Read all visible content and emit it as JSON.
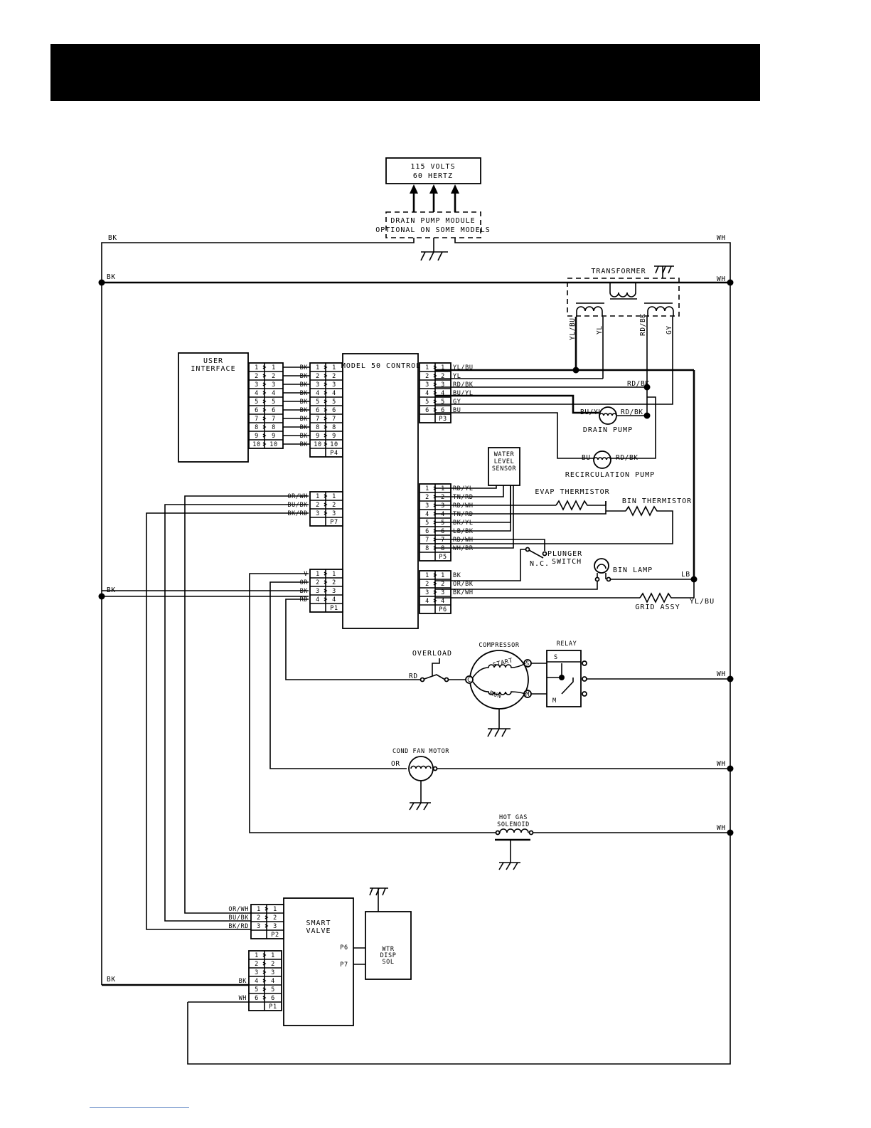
{
  "power": {
    "line1": "115 VOLTS",
    "line2": "60 HERTZ"
  },
  "drain_pump_module": {
    "line1": "DRAIN PUMP MODULE",
    "line2": "OPTIONAL ON SOME MODELS"
  },
  "labels": {
    "transformer": "TRANSFORMER",
    "user_interface_1": "USER",
    "user_interface_2": "INTERFACE",
    "control": "MODEL 50 CONTROL",
    "water_level_1": "WATER",
    "water_level_2": "LEVEL",
    "water_level_3": "SENSOR",
    "evap_thermistor": "EVAP THERMISTOR",
    "bin_thermistor": "BIN THERMISTOR",
    "plunger_1": "PLUNGER",
    "plunger_2": "SWITCH",
    "nc": "N.C.",
    "bin_lamp": "BIN LAMP",
    "grid_assy": "GRID ASSY",
    "drain_pump": "DRAIN PUMP",
    "recirc_pump": "RECIRCULATION PUMP",
    "overload": "OVERLOAD",
    "compressor": "COMPRESSOR",
    "start": "START",
    "run": "RUN",
    "relay": "RELAY",
    "cond_fan": "COND FAN MOTOR",
    "hot_gas_1": "HOT GAS",
    "hot_gas_2": "SOLENOID",
    "smart_valve_1": "SMART",
    "smart_valve_2": "VALVE",
    "wtr_1": "WTR",
    "wtr_2": "DISP",
    "wtr_3": "SOL",
    "p6": "P6",
    "p7": "P7",
    "term_s": "S",
    "term_m": "M",
    "term_c": "C",
    "relay_s": "S",
    "relay_m": "M"
  },
  "wires": {
    "bk": "BK",
    "wh": "WH",
    "yl_bu": "YL/BU",
    "yl": "YL",
    "rd_bk": "RD/BK",
    "gy": "GY",
    "bu_yl": "BU/YL",
    "bu": "BU",
    "lb": "LB",
    "or": "OR",
    "rd": "RD",
    "v": "V",
    "or_wh": "OR/WH",
    "bu_bk": "BU/BK",
    "bk_rd": "BK/RD"
  },
  "connectors": {
    "ui": {
      "name": "",
      "pins": [
        "1",
        "2",
        "3",
        "4",
        "5",
        "6",
        "7",
        "8",
        "9",
        "10"
      ]
    },
    "p4": {
      "name": "P4",
      "wires": [
        "BK",
        "BK",
        "BK",
        "BK",
        "BK",
        "BK",
        "BK",
        "BK",
        "BK",
        "BK"
      ]
    },
    "p3": {
      "name": "P3",
      "wires": [
        "YL/BU",
        "YL",
        "RD/BK",
        "BU/YL",
        "GY",
        "BU"
      ]
    },
    "p5": {
      "name": "P5",
      "wires": [
        "RD/YL",
        "TN/RD",
        "RD/WH",
        "TN/RD",
        "BK/YL",
        "LB/BK",
        "RD/WH",
        "WH/BR"
      ]
    },
    "p6": {
      "name": "P6",
      "wires": [
        "BK",
        "OR/BK",
        "BK/WH",
        ""
      ]
    },
    "p7": {
      "name": "P7",
      "wires": [
        "OR/WH",
        "BU/BK",
        "BK/RD"
      ]
    },
    "p1": {
      "name": "P1",
      "wires": [
        "V",
        "OR",
        "BK",
        "RD"
      ]
    },
    "sv_p2": {
      "name": "P2",
      "wires": [
        "OR/WH",
        "BU/BK",
        "BK/RD"
      ]
    },
    "sv_p1": {
      "name": "P1",
      "pins": [
        "1",
        "2",
        "3",
        "4",
        "5",
        "6"
      ],
      "wires": [
        "",
        "",
        "",
        "BK",
        "",
        "WH"
      ]
    }
  }
}
